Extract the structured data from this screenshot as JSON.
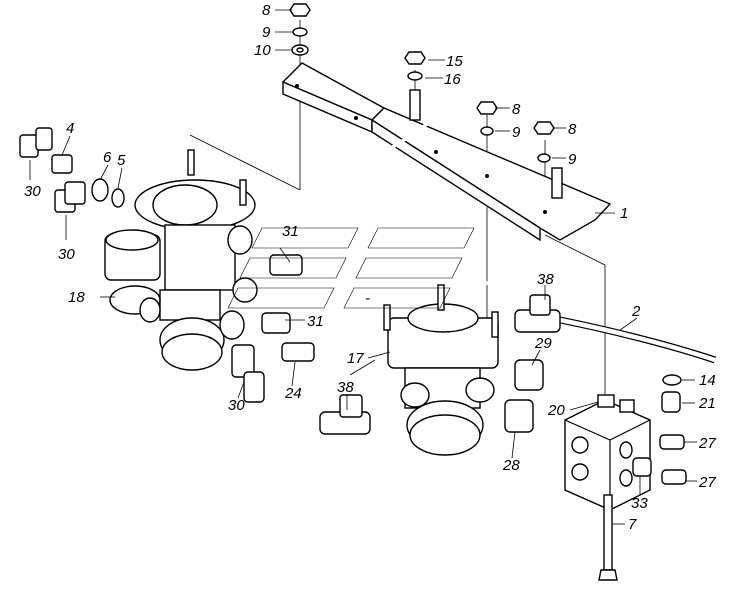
{
  "figure": {
    "type": "exploded-parts-diagram",
    "background": "#ffffff",
    "line_color": "#000000"
  },
  "labels": [
    {
      "id": "l8a",
      "text": "8"
    },
    {
      "id": "l9a",
      "text": "9"
    },
    {
      "id": "l10",
      "text": "10"
    },
    {
      "id": "l15",
      "text": "15"
    },
    {
      "id": "l16",
      "text": "16"
    },
    {
      "id": "l8b",
      "text": "8"
    },
    {
      "id": "l9b",
      "text": "9"
    },
    {
      "id": "l8c",
      "text": "8"
    },
    {
      "id": "l9c",
      "text": "9"
    },
    {
      "id": "l4",
      "text": "4"
    },
    {
      "id": "l6",
      "text": "6"
    },
    {
      "id": "l5",
      "text": "5"
    },
    {
      "id": "l30a",
      "text": "30"
    },
    {
      "id": "l30b",
      "text": "30"
    },
    {
      "id": "l1",
      "text": "1"
    },
    {
      "id": "l31a",
      "text": "31"
    },
    {
      "id": "l18",
      "text": "18"
    },
    {
      "id": "l31b",
      "text": "31"
    },
    {
      "id": "l38a",
      "text": "38"
    },
    {
      "id": "l2",
      "text": "2"
    },
    {
      "id": "l17",
      "text": "17"
    },
    {
      "id": "l29",
      "text": "29"
    },
    {
      "id": "l14",
      "text": "14"
    },
    {
      "id": "l21",
      "text": "21"
    },
    {
      "id": "l30c",
      "text": "30"
    },
    {
      "id": "l24",
      "text": "24"
    },
    {
      "id": "l38b",
      "text": "38"
    },
    {
      "id": "l20",
      "text": "20"
    },
    {
      "id": "l27a",
      "text": "27"
    },
    {
      "id": "l28",
      "text": "28"
    },
    {
      "id": "l27b",
      "text": "27"
    },
    {
      "id": "l33",
      "text": "33"
    },
    {
      "id": "l7",
      "text": "7"
    },
    {
      "id": "lmark",
      "text": "-"
    }
  ]
}
